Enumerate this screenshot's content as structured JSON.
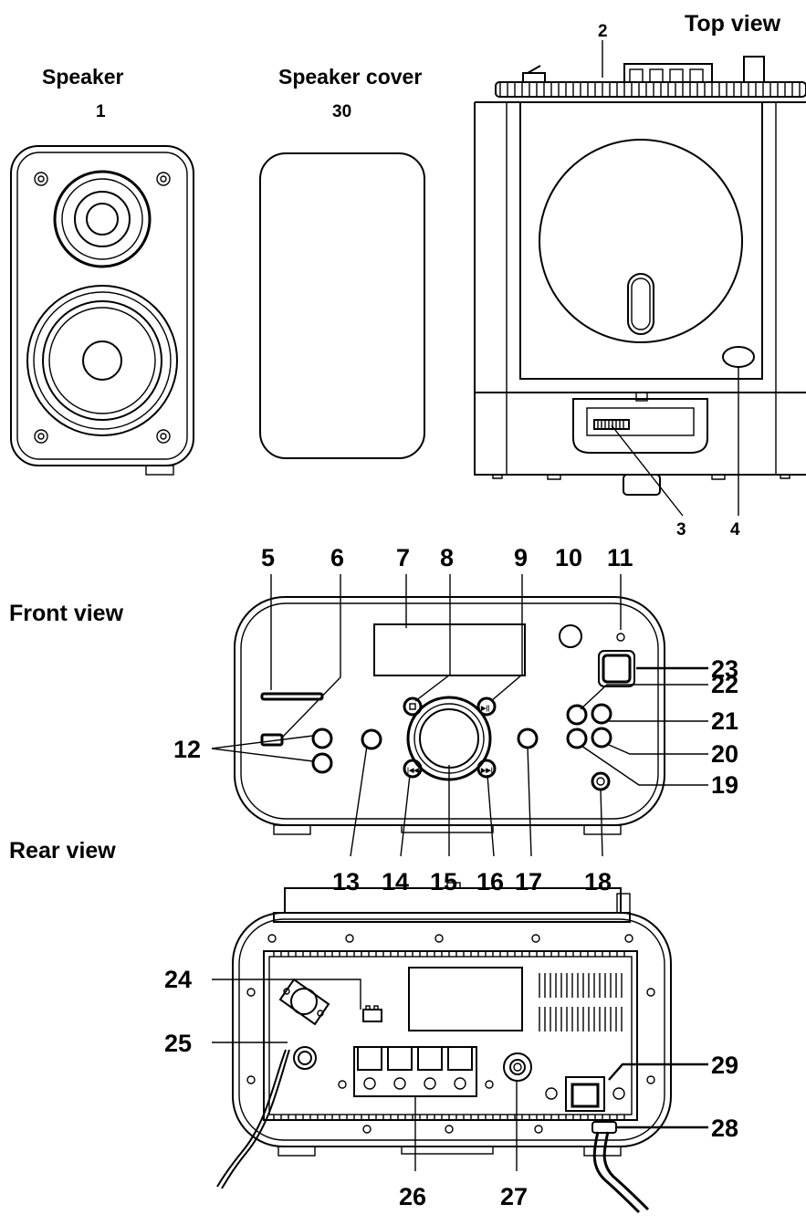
{
  "titles": {
    "speaker": "Speaker",
    "speaker_cover": "Speaker cover",
    "top_view": "Top view",
    "front_view": "Front view",
    "rear_view": "Rear view"
  },
  "callouts": {
    "c1": "1",
    "c2": "2",
    "c3": "3",
    "c4": "4",
    "c5": "5",
    "c6": "6",
    "c7": "7",
    "c8": "8",
    "c9": "9",
    "c10": "10",
    "c11": "11",
    "c12": "12",
    "c13": "13",
    "c14": "14",
    "c15": "15",
    "c16": "16",
    "c17": "17",
    "c18": "18",
    "c19": "19",
    "c20": "20",
    "c21": "21",
    "c22": "22",
    "c23": "23",
    "c24": "24",
    "c25": "25",
    "c26": "26",
    "c27": "27",
    "c28": "28",
    "c29": "29",
    "c30": "30"
  }
}
